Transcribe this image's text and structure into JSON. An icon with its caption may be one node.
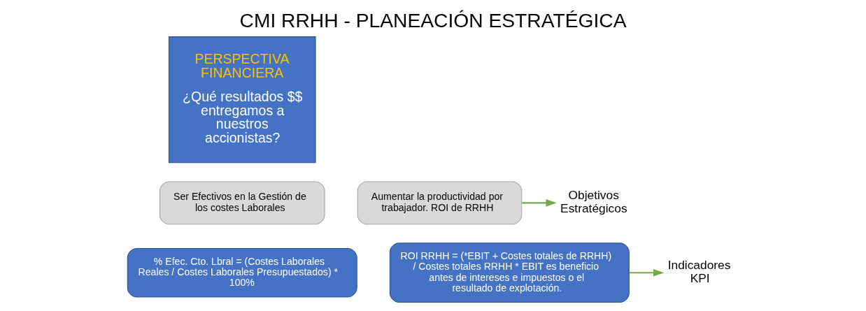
{
  "diagram": {
    "title": "CMI RRHH - PLANEACIÓN ESTRATÉGICA",
    "nodes": [
      {
        "text": [
          "PERSPECTIVA FINANCIERA",
          "¿Qué resultados $$ entregamos a nuestros accionistas?"
        ]
      },
      {
        "text": [
          "Ser Efectivos en la Gestión de los costes Laborales"
        ]
      },
      {
        "text": [
          "Aumentar la productividad por trabajador. ROI de RRHH"
        ]
      },
      {
        "text": [
          "Objetivos Estratégicos"
        ]
      },
      {
        "text": [
          "% Efec. Cto. Lbral = (Costes Laborales Reales / Costes Laborales Presupuestados) * 100%"
        ]
      },
      {
        "text": [
          "ROI RRHH = (*EBIT + Costes totales de RRHH) / Costes totales RRHH * EBIT es beneficio antes de intereses e impuestos o el resultado de explotación."
        ]
      },
      {
        "text": [
          "Indicadores KPI"
        ]
      }
    ],
    "edges": [
      {
        "from": 2,
        "to": 3,
        "arrow": "to"
      },
      {
        "from": 5,
        "to": 6,
        "arrow": "to"
      }
    ]
  }
}
